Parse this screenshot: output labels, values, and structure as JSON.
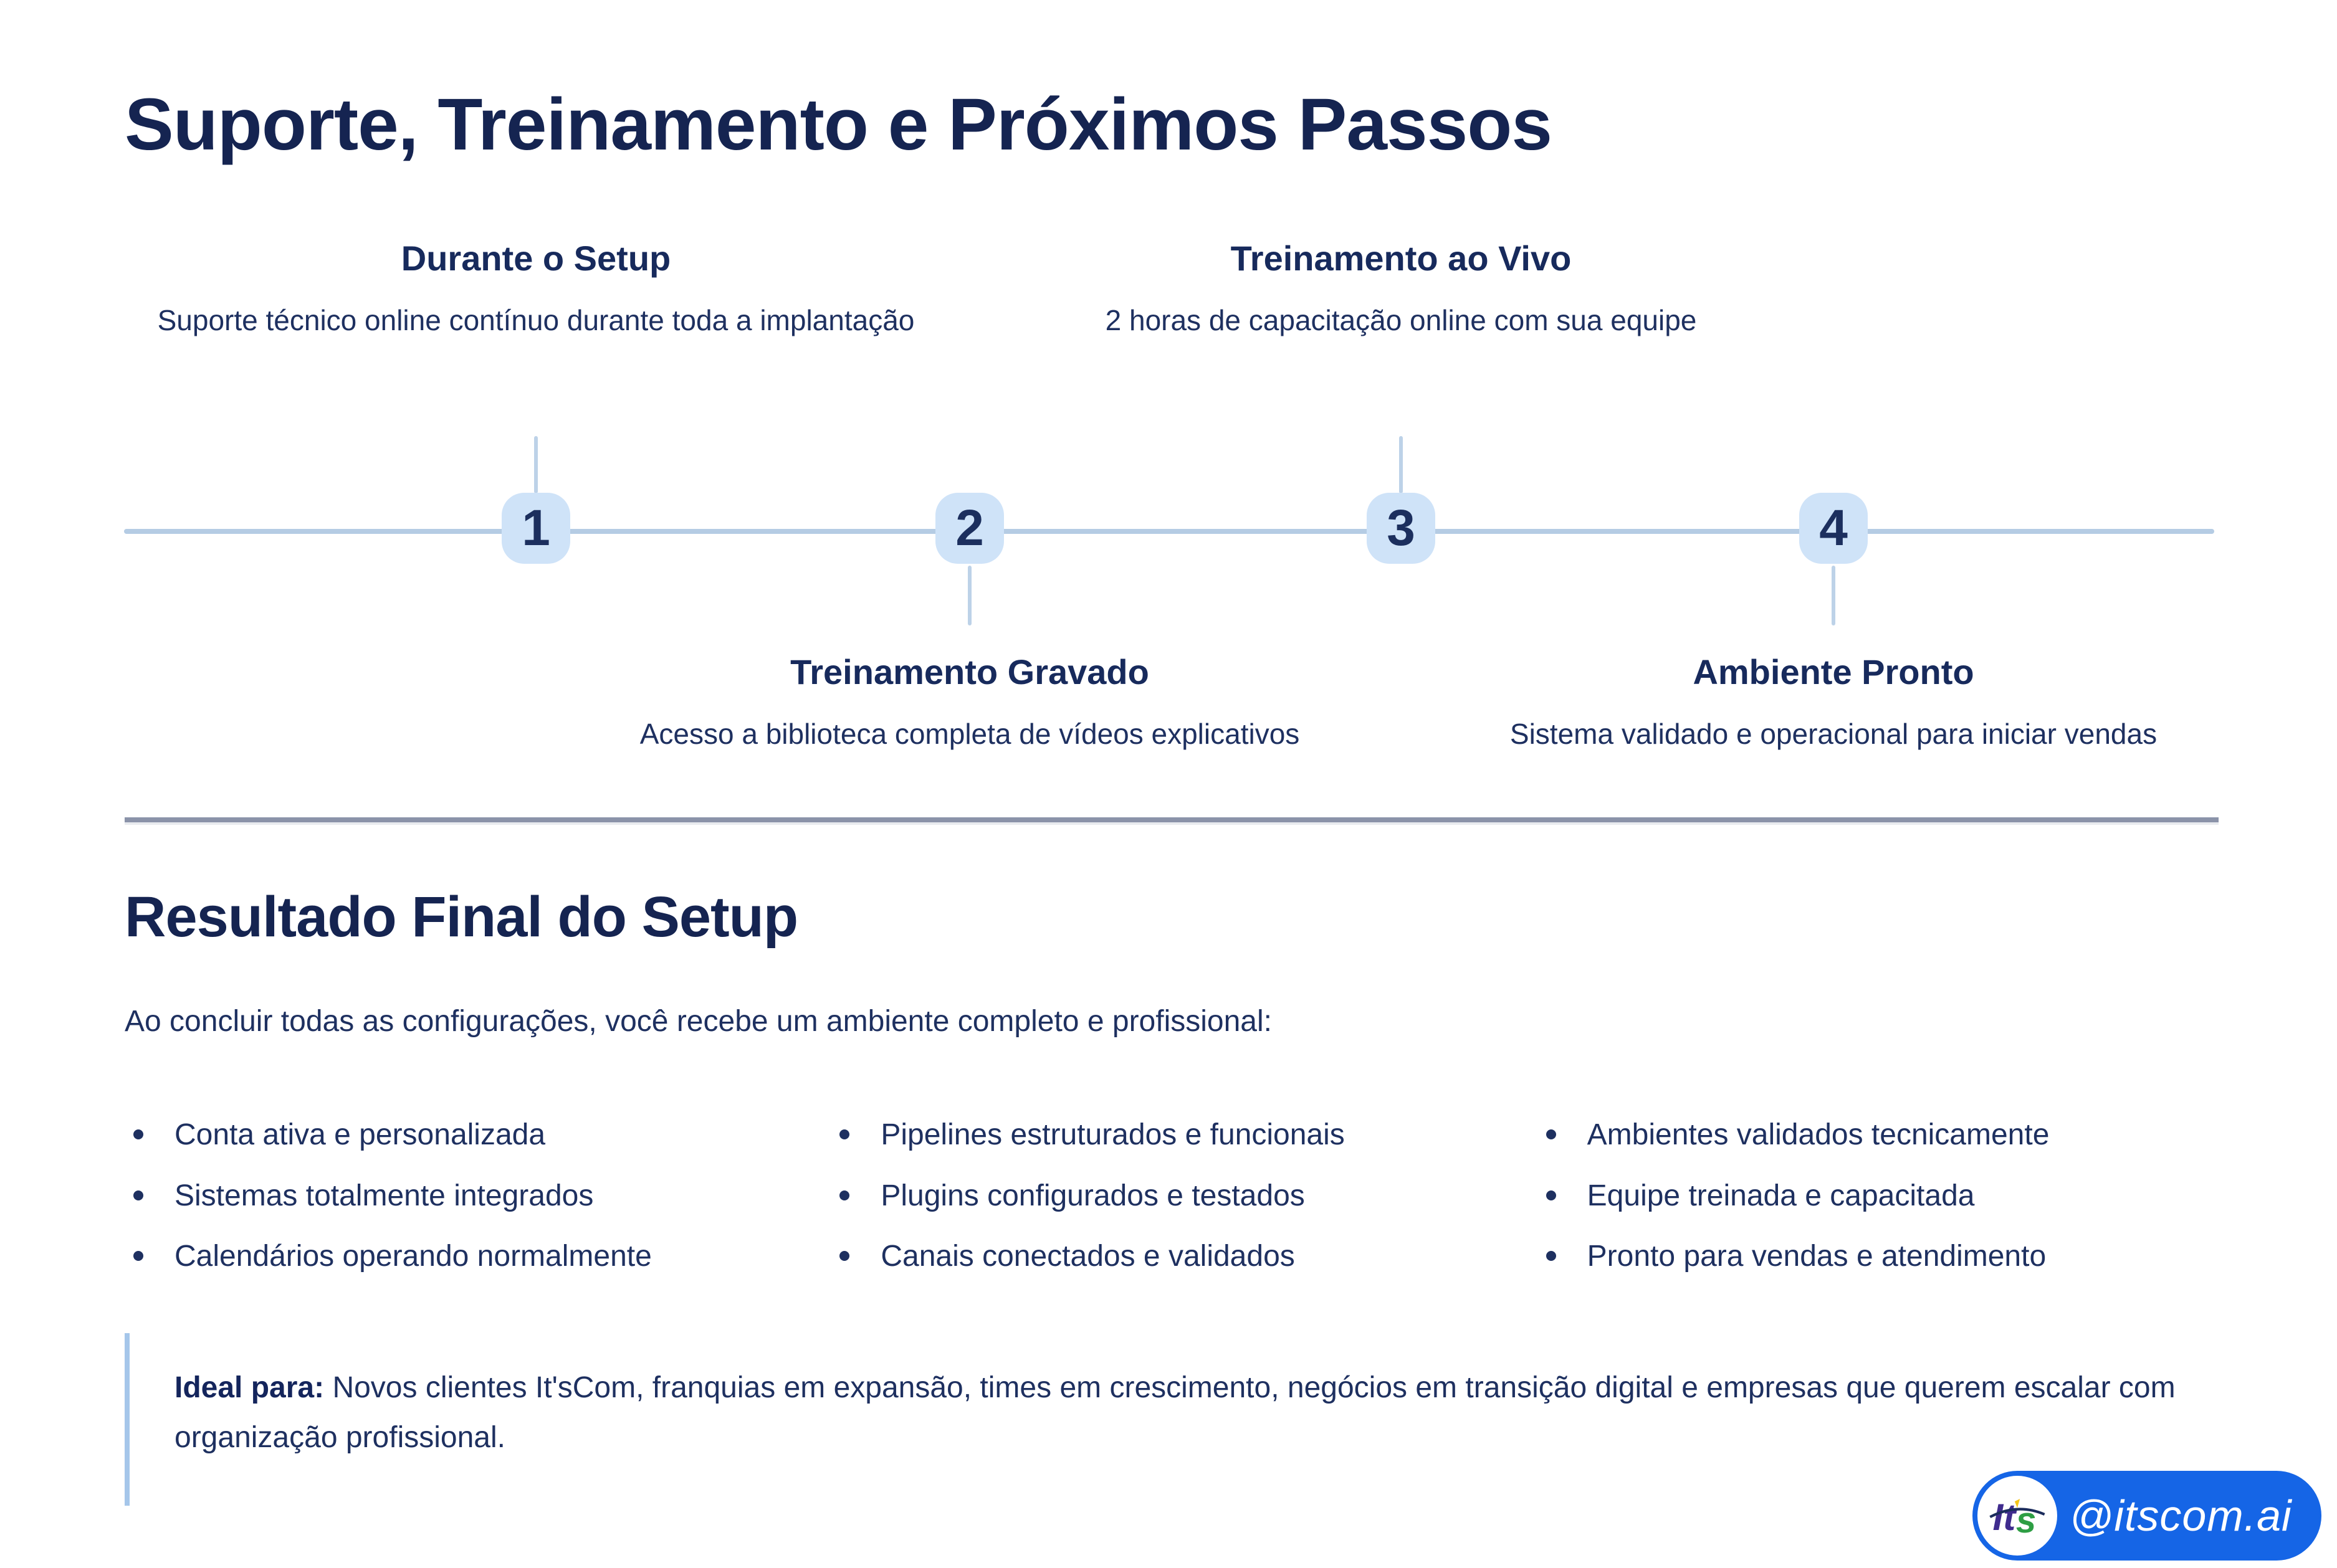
{
  "page": {
    "title": "Suporte, Treinamento e Próximos Passos"
  },
  "timeline": {
    "items": [
      {
        "number": "1",
        "title": "Durante o Setup",
        "description": "Suporte técnico online contínuo durante toda a implantação",
        "position": "above"
      },
      {
        "number": "2",
        "title": "Treinamento Gravado",
        "description": "Acesso a biblioteca completa de vídeos explicativos",
        "position": "below"
      },
      {
        "number": "3",
        "title": "Treinamento ao Vivo",
        "description": "2 horas de capacitação online com sua equipe",
        "position": "above"
      },
      {
        "number": "4",
        "title": "Ambiente Pronto",
        "description": "Sistema validado e operacional para iniciar vendas",
        "position": "below"
      }
    ]
  },
  "result_section": {
    "title": "Resultado Final do Setup",
    "intro": "Ao concluir todas as configurações, você recebe um ambiente completo e profissional:",
    "benefit_columns": [
      [
        "Conta ativa e personalizada",
        "Sistemas totalmente integrados",
        "Calendários operando normalmente"
      ],
      [
        "Pipelines estruturados e funcionais",
        "Plugins configurados e testados",
        "Canais conectados e validados"
      ],
      [
        "Ambientes validados tecnicamente",
        "Equipe treinada e capacitada",
        "Pronto para vendas e atendimento"
      ]
    ]
  },
  "callout": {
    "label": "Ideal para:",
    "text": "Novos clientes It'sCom, franquias em expansão, times em crescimento, negócios em transição digital e empresas que querem escalar com organização profissional."
  },
  "badge": {
    "handle": "@itscom.ai",
    "logo": "itscom-logo"
  },
  "colors": {
    "navy_text": "#1b2c5c",
    "title_navy": "#152451",
    "node_fill": "#cfe3f8",
    "timeline_line": "#b5cce4",
    "connector": "#bdd2e8",
    "divider": "#8b93a9",
    "callout_border": "#a5c6ea",
    "badge_blue": "#1565e6",
    "logo_purple": "#3f2b8e",
    "logo_green": "#2e9e44",
    "logo_yellow": "#f5c518"
  }
}
